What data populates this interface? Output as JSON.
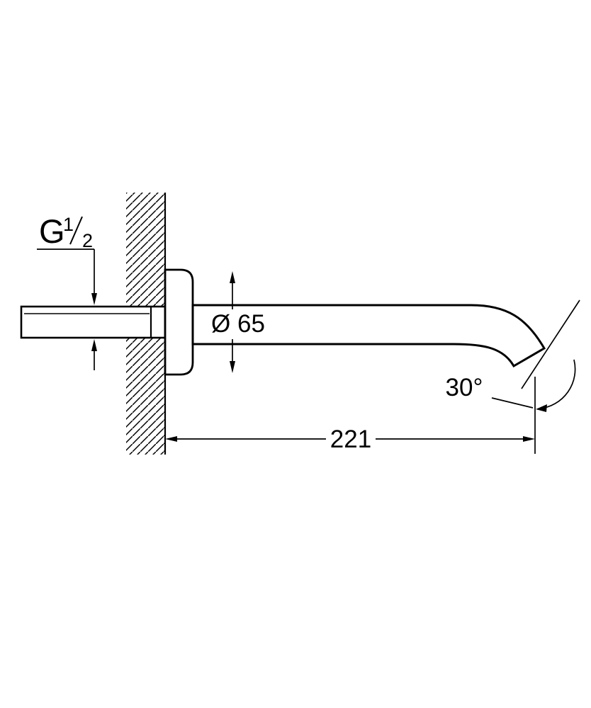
{
  "page": {
    "background": "#ffffff"
  },
  "drawing": {
    "kind": "technical-dimension-drawing",
    "line_color": "#000000",
    "labels": {
      "thread_g": "G",
      "thread_numerator": "1",
      "thread_denominator": "2",
      "diameter": "Ø 65",
      "length": "221",
      "angle": "30°"
    }
  }
}
